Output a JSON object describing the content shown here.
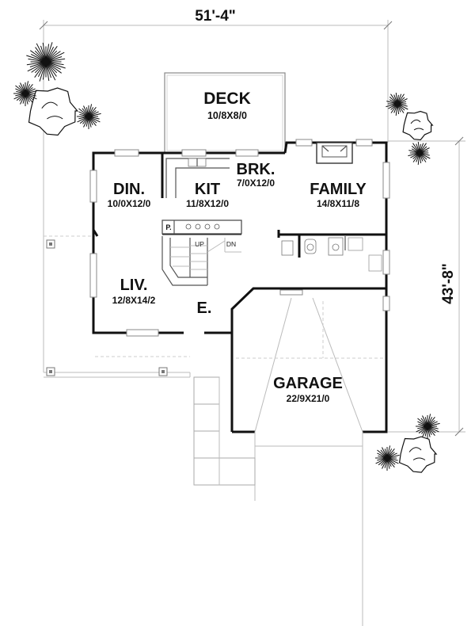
{
  "dimensions": {
    "width": "51'-4\"",
    "depth": "43'-8\""
  },
  "rooms": {
    "deck": {
      "name": "DECK",
      "size": "10/8X8/0"
    },
    "breakfast": {
      "name": "BRK.",
      "size": "7/0X12/0"
    },
    "dining": {
      "name": "DIN.",
      "size": "10/0X12/0"
    },
    "kitchen": {
      "name": "KIT",
      "size": "11/8X12/0"
    },
    "family": {
      "name": "FAMILY",
      "size": "14/8X11/8"
    },
    "living": {
      "name": "LIV.",
      "size": "12/8X14/2"
    },
    "entry": {
      "name": "E."
    },
    "garage": {
      "name": "GARAGE",
      "size": "22/9X21/0"
    }
  },
  "stairs": {
    "up": "UP",
    "down": "DN"
  },
  "pantry": "P.",
  "icons": [
    "tree-icon",
    "shrub-icon",
    "column-post-icon"
  ]
}
